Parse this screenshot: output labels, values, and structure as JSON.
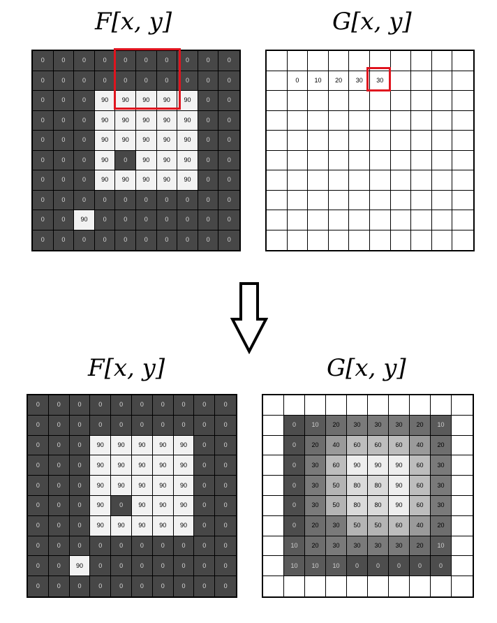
{
  "panels": {
    "top_left": {
      "title": "F[x, y]"
    },
    "top_right": {
      "title": "G[x, y]"
    },
    "bottom_left": {
      "title": "F[x, y]"
    },
    "bottom_right": {
      "title": "G[x, y]"
    }
  },
  "colors": {
    "dark": "#474747",
    "light": "#f2f2f2",
    "highlight": "#e0141e",
    "g_shades": {
      "0": "#4d4d4d",
      "10": "#5a5a5a",
      "20": "#6e6e6e",
      "30": "#7a7a7a",
      "40": "#9a9a9a",
      "50": "#b4b4b4",
      "60": "#bdbdbd",
      "80": "#dadada",
      "90": "#eeeeee"
    }
  },
  "F": [
    [
      "0",
      "0",
      "0",
      "0",
      "0",
      "0",
      "0",
      "0",
      "0",
      "0"
    ],
    [
      "0",
      "0",
      "0",
      "0",
      "0",
      "0",
      "0",
      "0",
      "0",
      "0"
    ],
    [
      "0",
      "0",
      "0",
      "90",
      "90",
      "90",
      "90",
      "90",
      "0",
      "0"
    ],
    [
      "0",
      "0",
      "0",
      "90",
      "90",
      "90",
      "90",
      "90",
      "0",
      "0"
    ],
    [
      "0",
      "0",
      "0",
      "90",
      "90",
      "90",
      "90",
      "90",
      "0",
      "0"
    ],
    [
      "0",
      "0",
      "0",
      "90",
      "0",
      "90",
      "90",
      "90",
      "0",
      "0"
    ],
    [
      "0",
      "0",
      "0",
      "90",
      "90",
      "90",
      "90",
      "90",
      "0",
      "0"
    ],
    [
      "0",
      "0",
      "0",
      "0",
      "0",
      "0",
      "0",
      "0",
      "0",
      "0"
    ],
    [
      "0",
      "0",
      "90",
      "0",
      "0",
      "0",
      "0",
      "0",
      "0",
      "0"
    ],
    [
      "0",
      "0",
      "0",
      "0",
      "0",
      "0",
      "0",
      "0",
      "0",
      "0"
    ]
  ],
  "G_partial": [
    [
      "",
      "",
      "",
      "",
      "",
      "",
      "",
      "",
      "",
      ""
    ],
    [
      "",
      "0",
      "10",
      "20",
      "30",
      "30",
      "",
      "",
      "",
      ""
    ],
    [
      "",
      "",
      "",
      "",
      "",
      "",
      "",
      "",
      "",
      ""
    ],
    [
      "",
      "",
      "",
      "",
      "",
      "",
      "",
      "",
      "",
      ""
    ],
    [
      "",
      "",
      "",
      "",
      "",
      "",
      "",
      "",
      "",
      ""
    ],
    [
      "",
      "",
      "",
      "",
      "",
      "",
      "",
      "",
      "",
      ""
    ],
    [
      "",
      "",
      "",
      "",
      "",
      "",
      "",
      "",
      "",
      ""
    ],
    [
      "",
      "",
      "",
      "",
      "",
      "",
      "",
      "",
      "",
      ""
    ],
    [
      "",
      "",
      "",
      "",
      "",
      "",
      "",
      "",
      "",
      ""
    ],
    [
      "",
      "",
      "",
      "",
      "",
      "",
      "",
      "",
      "",
      ""
    ]
  ],
  "G_full": [
    [
      "",
      "",
      "",
      "",
      "",
      "",
      "",
      "",
      "",
      ""
    ],
    [
      "",
      "0",
      "10",
      "20",
      "30",
      "30",
      "30",
      "20",
      "10",
      ""
    ],
    [
      "",
      "0",
      "20",
      "40",
      "60",
      "60",
      "60",
      "40",
      "20",
      ""
    ],
    [
      "",
      "0",
      "30",
      "60",
      "90",
      "90",
      "90",
      "60",
      "30",
      ""
    ],
    [
      "",
      "0",
      "30",
      "50",
      "80",
      "80",
      "90",
      "60",
      "30",
      ""
    ],
    [
      "",
      "0",
      "30",
      "50",
      "80",
      "80",
      "90",
      "60",
      "30",
      ""
    ],
    [
      "",
      "0",
      "20",
      "30",
      "50",
      "50",
      "60",
      "40",
      "20",
      ""
    ],
    [
      "",
      "10",
      "20",
      "30",
      "30",
      "30",
      "30",
      "20",
      "10",
      ""
    ],
    [
      "",
      "10",
      "10",
      "10",
      "0",
      "0",
      "0",
      "0",
      "0",
      ""
    ],
    [
      "",
      "",
      "",
      "",
      "",
      "",
      "",
      "",
      "",
      ""
    ]
  ]
}
